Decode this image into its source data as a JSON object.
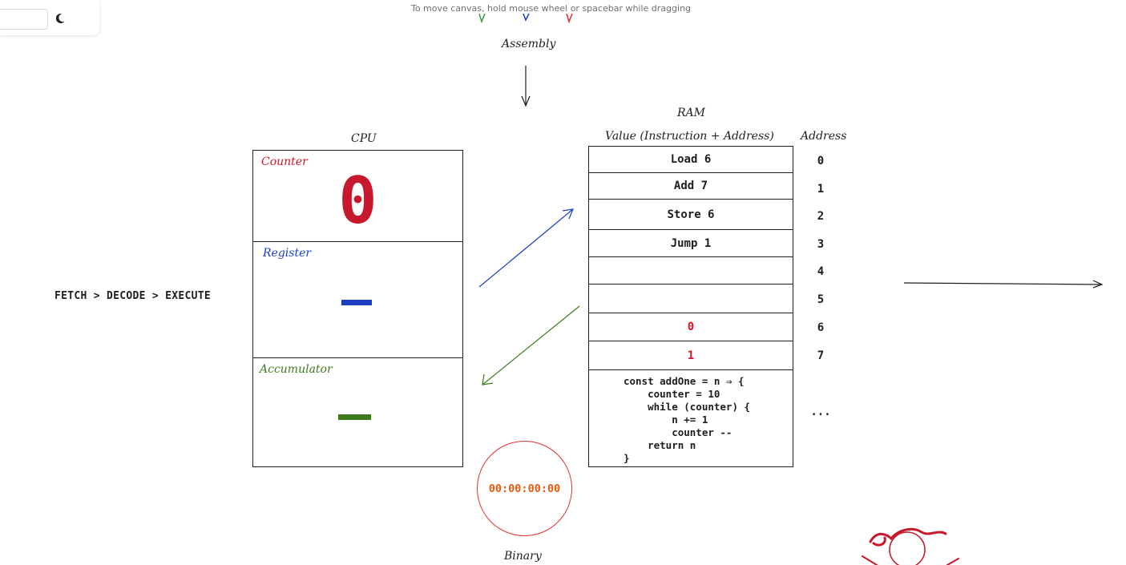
{
  "toolbar": {
    "theme_icon": "moon-icon"
  },
  "canvas_hint": "To move canvas, hold mouse wheel or spacebar while dragging",
  "labels": {
    "assembly": "Assembly",
    "binary": "Binary",
    "ram": "RAM",
    "cpu": "CPU",
    "ram_value_header": "Value (Instruction + Address)",
    "ram_address_header": "Address",
    "fetch_decode_execute": "FETCH > DECODE > EXECUTE"
  },
  "cpu": {
    "counter_label": "Counter",
    "counter_value": "0",
    "register_label": "Register",
    "accumulator_label": "Accumulator"
  },
  "ram": {
    "rows": [
      {
        "value": "Load 6",
        "address": "0"
      },
      {
        "value": "Add 7",
        "address": "1"
      },
      {
        "value": "Store 6",
        "address": "2"
      },
      {
        "value": "Jump 1",
        "address": "3"
      },
      {
        "value": "",
        "address": "4"
      },
      {
        "value": "",
        "address": "5"
      },
      {
        "value": "0",
        "address": "6"
      },
      {
        "value": "1",
        "address": "7"
      }
    ],
    "code_lines": [
      "const addOne = n ⇒ {",
      "    counter = 10",
      "    while (counter) {",
      "        n += 1",
      "        counter --",
      "    return n",
      "}"
    ],
    "code_address": "..."
  },
  "timer": "00:00:00:00",
  "colors": {
    "counter": "#c7182d",
    "register": "#1c3fbf",
    "accumulator": "#3d7a1e",
    "ram_value_red": "#e0102b",
    "timer_ring": "#e03131",
    "timer_text": "#e8590c"
  }
}
